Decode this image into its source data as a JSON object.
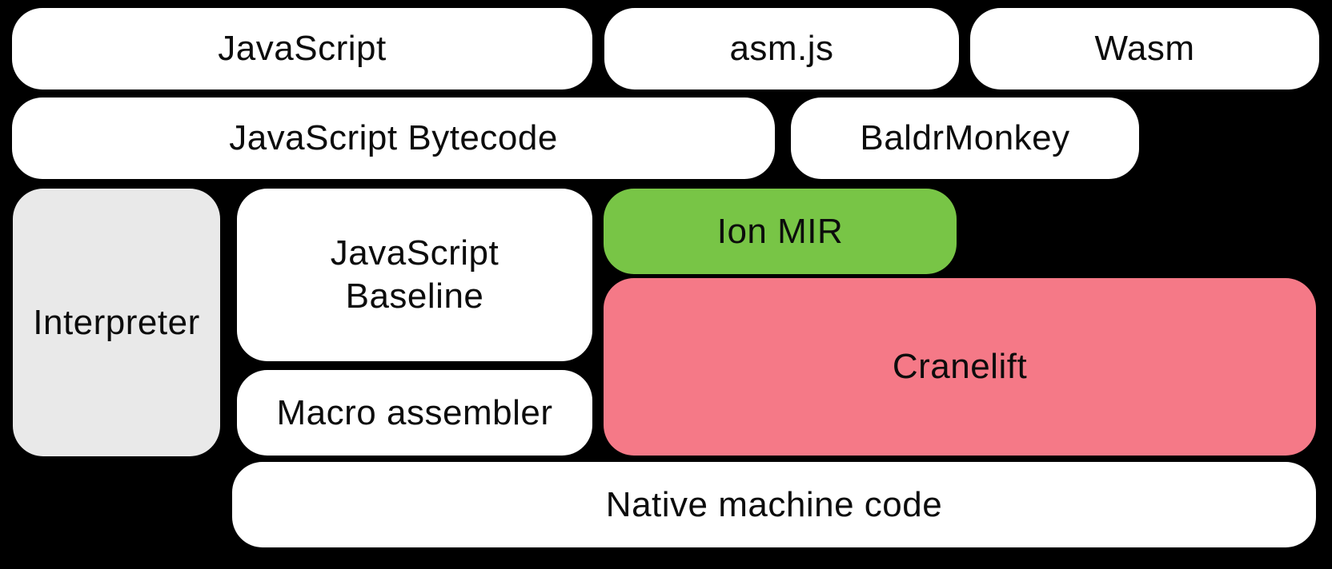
{
  "diagram": {
    "type": "block-diagram",
    "background": "#000000",
    "text_color": "#0c0c0c",
    "colors": {
      "node_default": "#ffffff",
      "node_muted_gray": "#e9e9e9",
      "node_green": "#78c546",
      "node_pink": "#f57987"
    },
    "nodes": {
      "javascript": {
        "label": "JavaScript",
        "fill": "#ffffff"
      },
      "asmjs": {
        "label": "asm.js",
        "fill": "#ffffff"
      },
      "wasm": {
        "label": "Wasm",
        "fill": "#ffffff"
      },
      "javascript_bytecode": {
        "label": "JavaScript Bytecode",
        "fill": "#ffffff"
      },
      "baldrmonkey": {
        "label": "BaldrMonkey",
        "fill": "#ffffff"
      },
      "interpreter": {
        "label": "Interpreter",
        "fill": "#e9e9e9"
      },
      "javascript_baseline": {
        "label": "JavaScript Baseline",
        "fill": "#ffffff"
      },
      "ion_mir": {
        "label": "Ion MIR",
        "fill": "#78c546"
      },
      "macro_assembler": {
        "label": "Macro assembler",
        "fill": "#ffffff"
      },
      "cranelift": {
        "label": "Cranelift",
        "fill": "#f57987"
      },
      "native_machine_code": {
        "label": "Native machine code",
        "fill": "#ffffff"
      }
    }
  }
}
